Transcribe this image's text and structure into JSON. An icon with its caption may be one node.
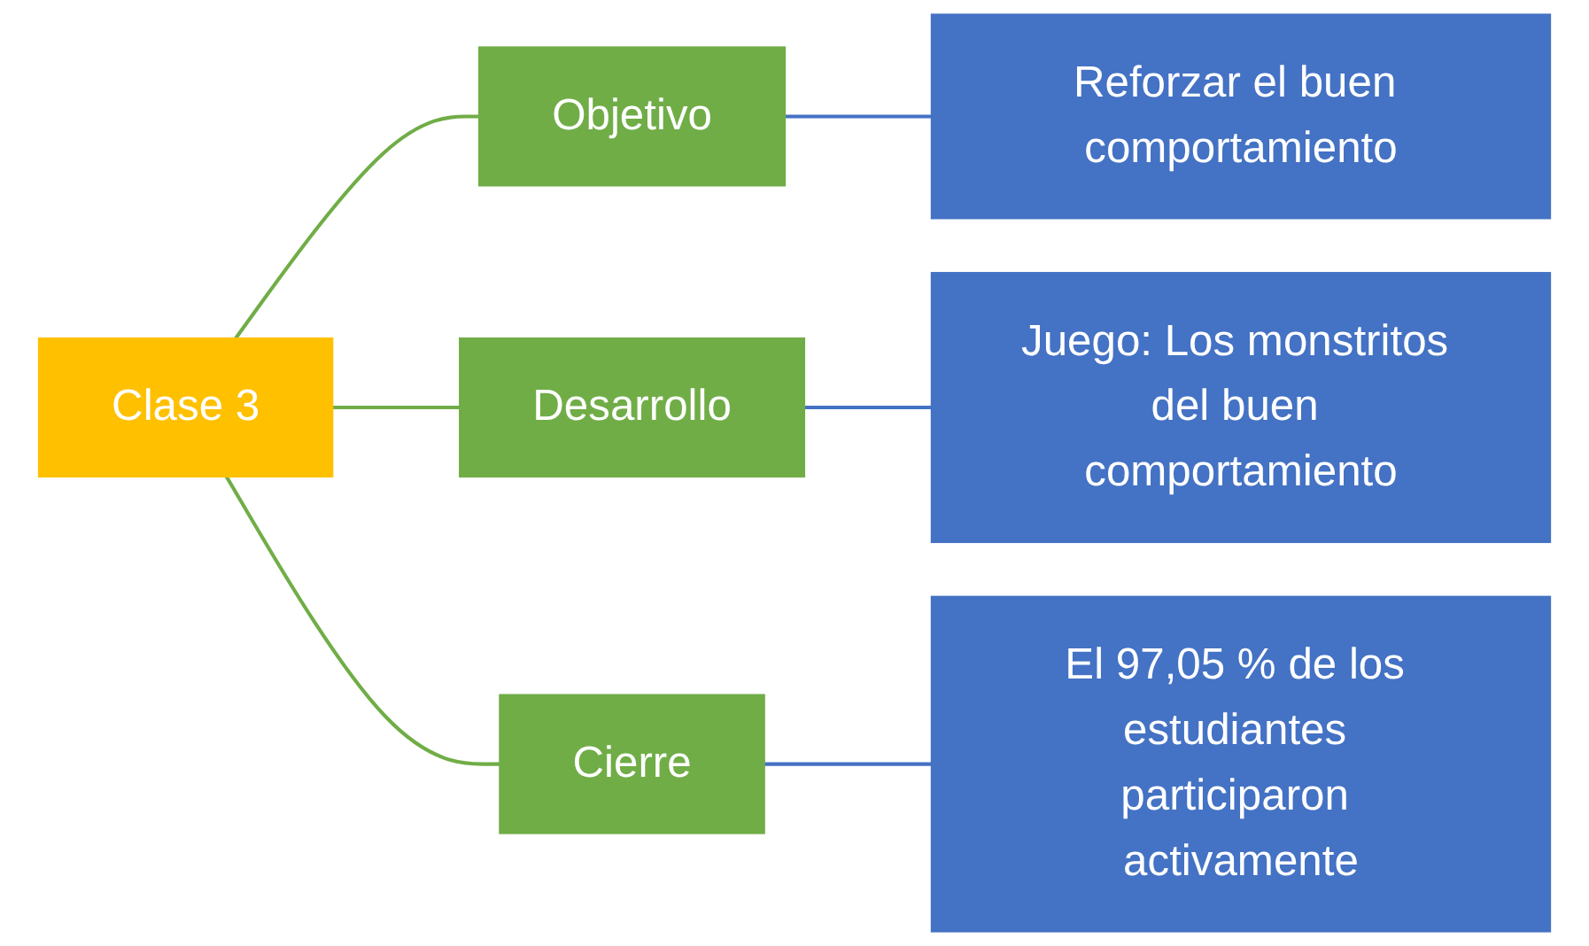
{
  "diagram": {
    "nodes": [
      {
        "text": [
          "Clase 3"
        ]
      },
      {
        "text": [
          "Objetivo"
        ]
      },
      {
        "text": [
          "Desarrollo"
        ]
      },
      {
        "text": [
          "Cierre"
        ]
      },
      {
        "text": [
          "Reforzar el buen comportamiento"
        ]
      },
      {
        "text": [
          "Juego: Los monstritos del buen comportamiento"
        ]
      },
      {
        "text": [
          "El 97,05 % de los estudiantes participaron activamente"
        ]
      }
    ],
    "edges": [
      {
        "from": 0,
        "to": 1,
        "arrow": "none",
        "color": "#70ad47"
      },
      {
        "from": 0,
        "to": 2,
        "arrow": "none",
        "color": "#70ad47"
      },
      {
        "from": 0,
        "to": 3,
        "arrow": "none",
        "color": "#70ad47"
      },
      {
        "from": 1,
        "to": 4,
        "arrow": "none",
        "color": "#4472c4"
      },
      {
        "from": 2,
        "to": 5,
        "arrow": "none",
        "color": "#4472c4"
      },
      {
        "from": 3,
        "to": 6,
        "arrow": "none",
        "color": "#4472c4"
      }
    ]
  }
}
